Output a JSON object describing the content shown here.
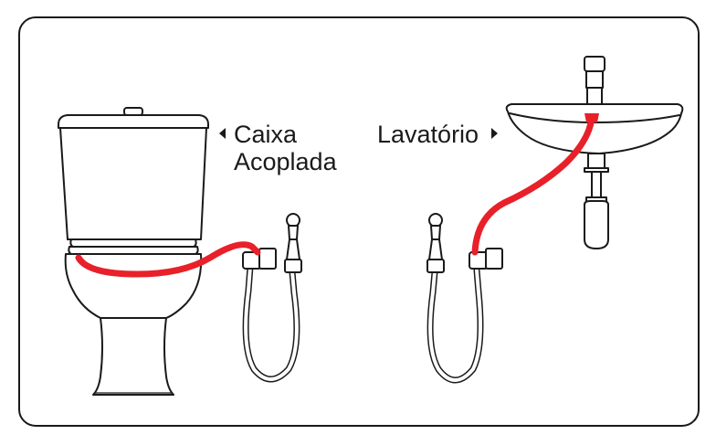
{
  "labels": {
    "left_line1": "Caixa",
    "left_line2": "Acoplada",
    "right": "Lavatório"
  },
  "icons": {
    "left_arrow": "triangle-left",
    "right_arrow": "triangle-right"
  },
  "colors": {
    "hose": "#e8202a",
    "frame": "#1a1a1a"
  }
}
